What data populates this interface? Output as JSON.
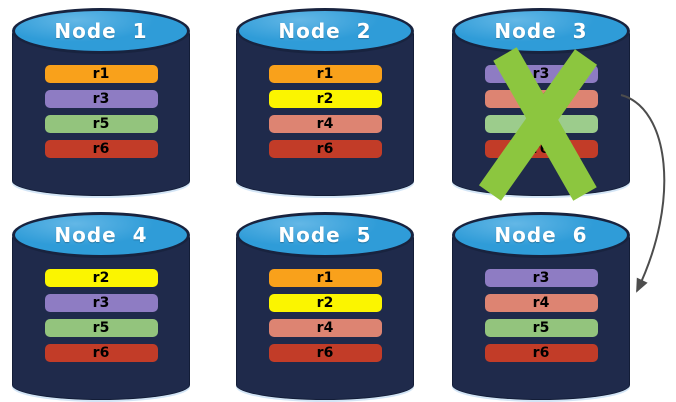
{
  "diagram": {
    "description": "Six database node cylinders with replica bars; Node 3 is crossed out and a curved arrow points from Node 3 to Node 6",
    "nodes": [
      {
        "label": "Node  1",
        "failed": false,
        "replicas": [
          {
            "label": "r1",
            "color": "#F9A11B"
          },
          {
            "label": "r3",
            "color": "#8E7CC3"
          },
          {
            "label": "r5",
            "color": "#93C47D"
          },
          {
            "label": "r6",
            "color": "#C23C28"
          }
        ]
      },
      {
        "label": "Node  2",
        "failed": false,
        "replicas": [
          {
            "label": "r1",
            "color": "#F9A11B"
          },
          {
            "label": "r2",
            "color": "#FBF500"
          },
          {
            "label": "r4",
            "color": "#DD8472"
          },
          {
            "label": "r6",
            "color": "#C23C28"
          }
        ]
      },
      {
        "label": "Node  3",
        "failed": true,
        "replicas": [
          {
            "label": "r3",
            "color": "#8E7CC3"
          },
          {
            "label": "r4",
            "color": "#DD8472"
          },
          {
            "label": "r5",
            "color": "#9CCC8C"
          },
          {
            "label": "r6",
            "color": "#C23C28"
          }
        ]
      },
      {
        "label": "Node  4",
        "failed": false,
        "replicas": [
          {
            "label": "r2",
            "color": "#FBF500"
          },
          {
            "label": "r3",
            "color": "#8E7CC3"
          },
          {
            "label": "r5",
            "color": "#93C47D"
          },
          {
            "label": "r6",
            "color": "#C23C28"
          }
        ]
      },
      {
        "label": "Node  5",
        "failed": false,
        "replicas": [
          {
            "label": "r1",
            "color": "#F9A11B"
          },
          {
            "label": "r2",
            "color": "#FBF500"
          },
          {
            "label": "r4",
            "color": "#DD8472"
          },
          {
            "label": "r6",
            "color": "#C23C28"
          }
        ]
      },
      {
        "label": "Node  6",
        "failed": false,
        "replicas": [
          {
            "label": "r3",
            "color": "#8E7CC3"
          },
          {
            "label": "r4",
            "color": "#DD8472"
          },
          {
            "label": "r5",
            "color": "#93C47D"
          },
          {
            "label": "r6",
            "color": "#C23C28"
          }
        ]
      }
    ],
    "colors": {
      "cylinder_body": "#1F2A4B",
      "cylinder_top": "#2F9CD8",
      "cylinder_border": "#18233F",
      "node_label_text": "#FFFFFF",
      "replica_label_text": "#000000",
      "failure_cross": "#8CC63F",
      "arrow": "#4D4D4D"
    },
    "failure_mark": {
      "type": "x-cross",
      "on_node": "Node 3"
    },
    "arrow_annotation": {
      "from_node": "Node 3",
      "to_node": "Node 6",
      "style": "curved-right"
    }
  }
}
